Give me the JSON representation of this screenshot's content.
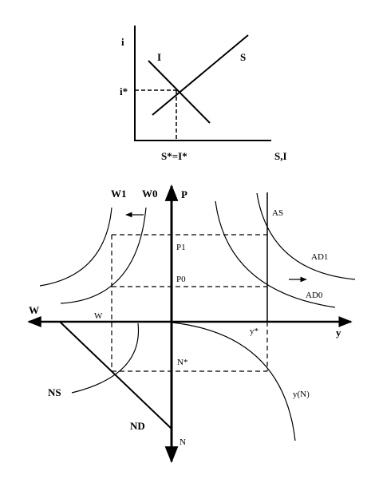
{
  "top_diagram": {
    "y_axis_label": "i",
    "equilibrium_rate_label": "i*",
    "investment_curve_label": "I",
    "saving_curve_label": "S",
    "equilibrium_quantity_label": "S*=I*",
    "x_axis_label": "S,I"
  },
  "bottom_diagram": {
    "p_axis_label": "P",
    "y_axis_label": "y",
    "w_axis_label": "W",
    "n_axis_label": "N",
    "aggregate_supply_label": "AS",
    "ad1_label": "AD1",
    "ad0_label": "AD0",
    "p1_label": "P1",
    "p0_label": "P0",
    "w1_label": "W1",
    "w0_label": "W0",
    "w_value_label": "W",
    "y_star_label": "y*",
    "n_star_label": "N*",
    "production_function_label": "y(N)",
    "labor_supply_label": "NS",
    "labor_demand_label": "ND"
  }
}
